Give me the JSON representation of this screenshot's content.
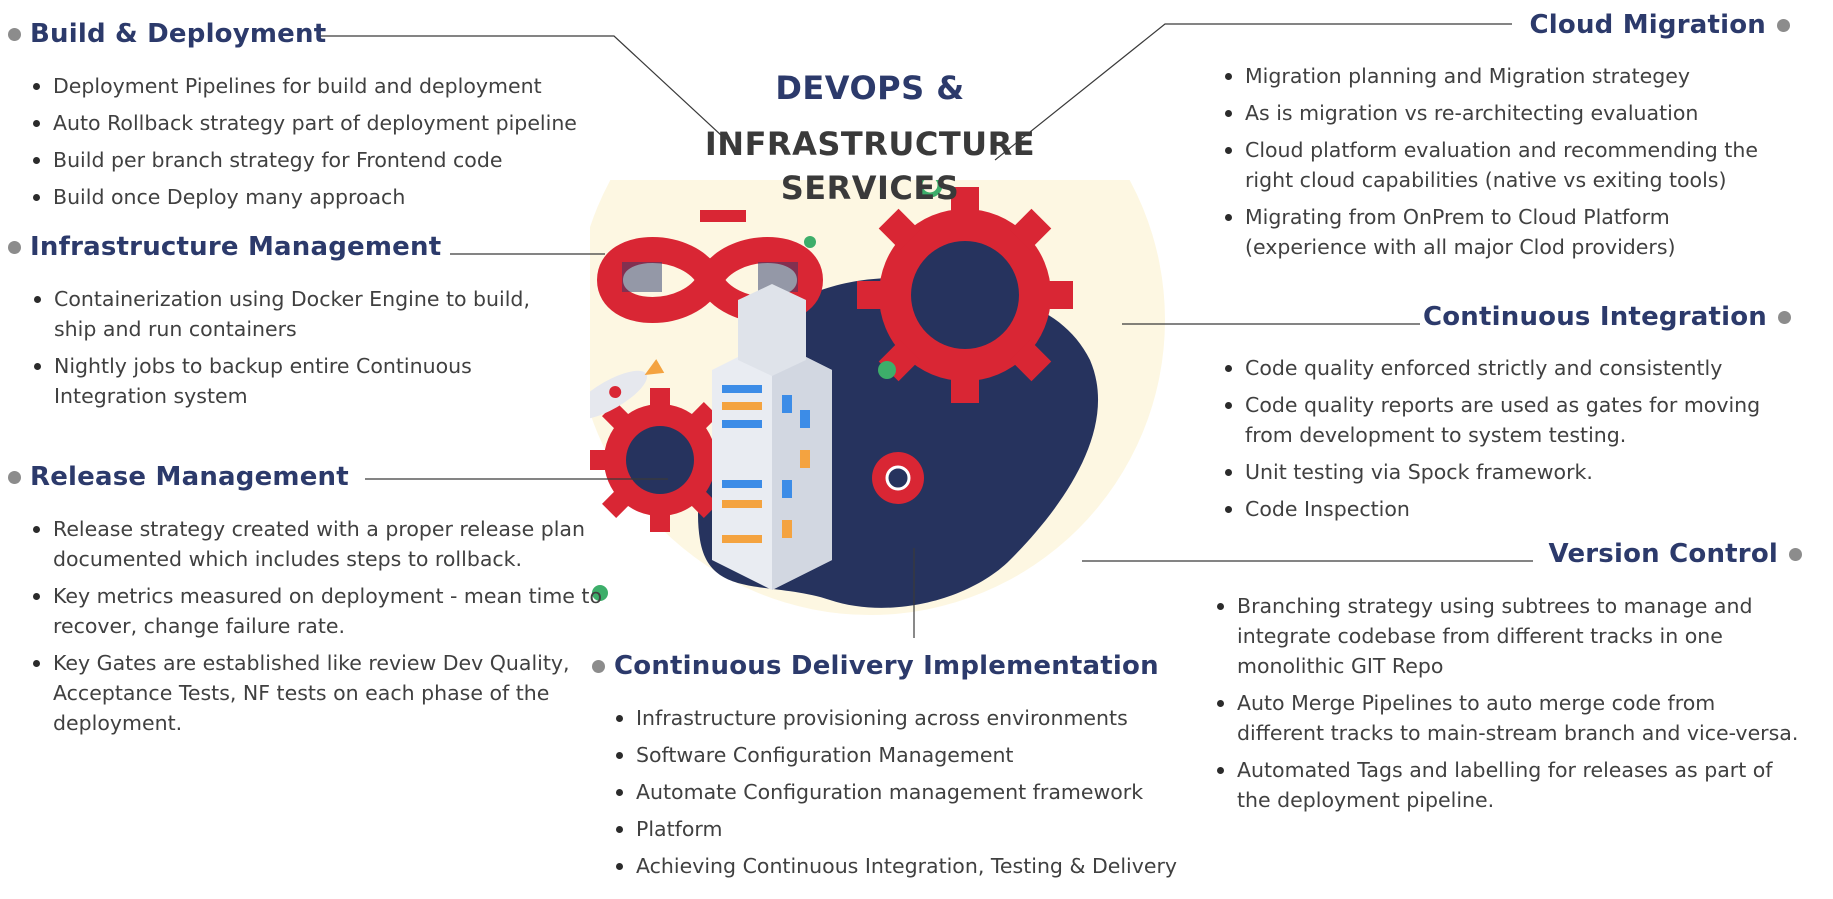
{
  "center": {
    "line1": "DEVOPS &",
    "line2": "INFRASTRUCTURE",
    "line3": "SERVICES"
  },
  "colors": {
    "heading": "#2c3a6b",
    "text": "#404040",
    "dot": "#8c8c8c",
    "gear": "#d92634",
    "blob": "#26335e",
    "halo": "#fdf7e2"
  },
  "sections": {
    "build": {
      "title": "Build & Deployment",
      "items": [
        "Deployment Pipelines for build and deployment",
        "Auto Rollback strategy part of deployment pipeline",
        "Build per branch strategy for Frontend code",
        "Build once Deploy many approach"
      ]
    },
    "infra": {
      "title": "Infrastructure Management",
      "items": [
        "Containerization using Docker Engine to build, ship and run containers",
        "Nightly jobs to backup entire Continuous Integration system"
      ]
    },
    "release": {
      "title": "Release Management",
      "items": [
        "Release strategy created with a proper release plan documented which includes steps to rollback.",
        "Key metrics measured on deployment - mean time to recover, change failure rate.",
        "Key Gates are established like review Dev Quality, Acceptance Tests, NF tests on each phase of the deployment."
      ]
    },
    "delivery": {
      "title": "Continuous Delivery Implementation",
      "items": [
        "Infrastructure provisioning across environments",
        "Software Configuration Management",
        "Automate Configuration management framework",
        "Platform",
        "Achieving Continuous Integration, Testing & Delivery"
      ]
    },
    "cloud": {
      "title": "Cloud Migration",
      "items": [
        "Migration planning and Migration strategey",
        "As is migration vs re-architecting evaluation",
        "Cloud platform evaluation and recommending the right cloud capabilities (native vs exiting tools)",
        "Migrating from OnPrem to Cloud Platform (experience with all major Clod providers)"
      ]
    },
    "ci": {
      "title": "Continuous Integration",
      "items": [
        "Code quality enforced strictly and consistently",
        "Code quality reports are used as gates for moving from development to system testing.",
        "Unit testing via Spock framework.",
        "Code Inspection"
      ]
    },
    "vc": {
      "title": "Version Control",
      "items": [
        "Branching strategy using subtrees to manage and integrate codebase from different tracks in one monolithic GIT Repo",
        "Auto Merge Pipelines to auto merge code from different tracks to main-stream branch and vice-versa.",
        "Automated Tags and labelling for releases as part of the deployment pipeline."
      ]
    }
  }
}
